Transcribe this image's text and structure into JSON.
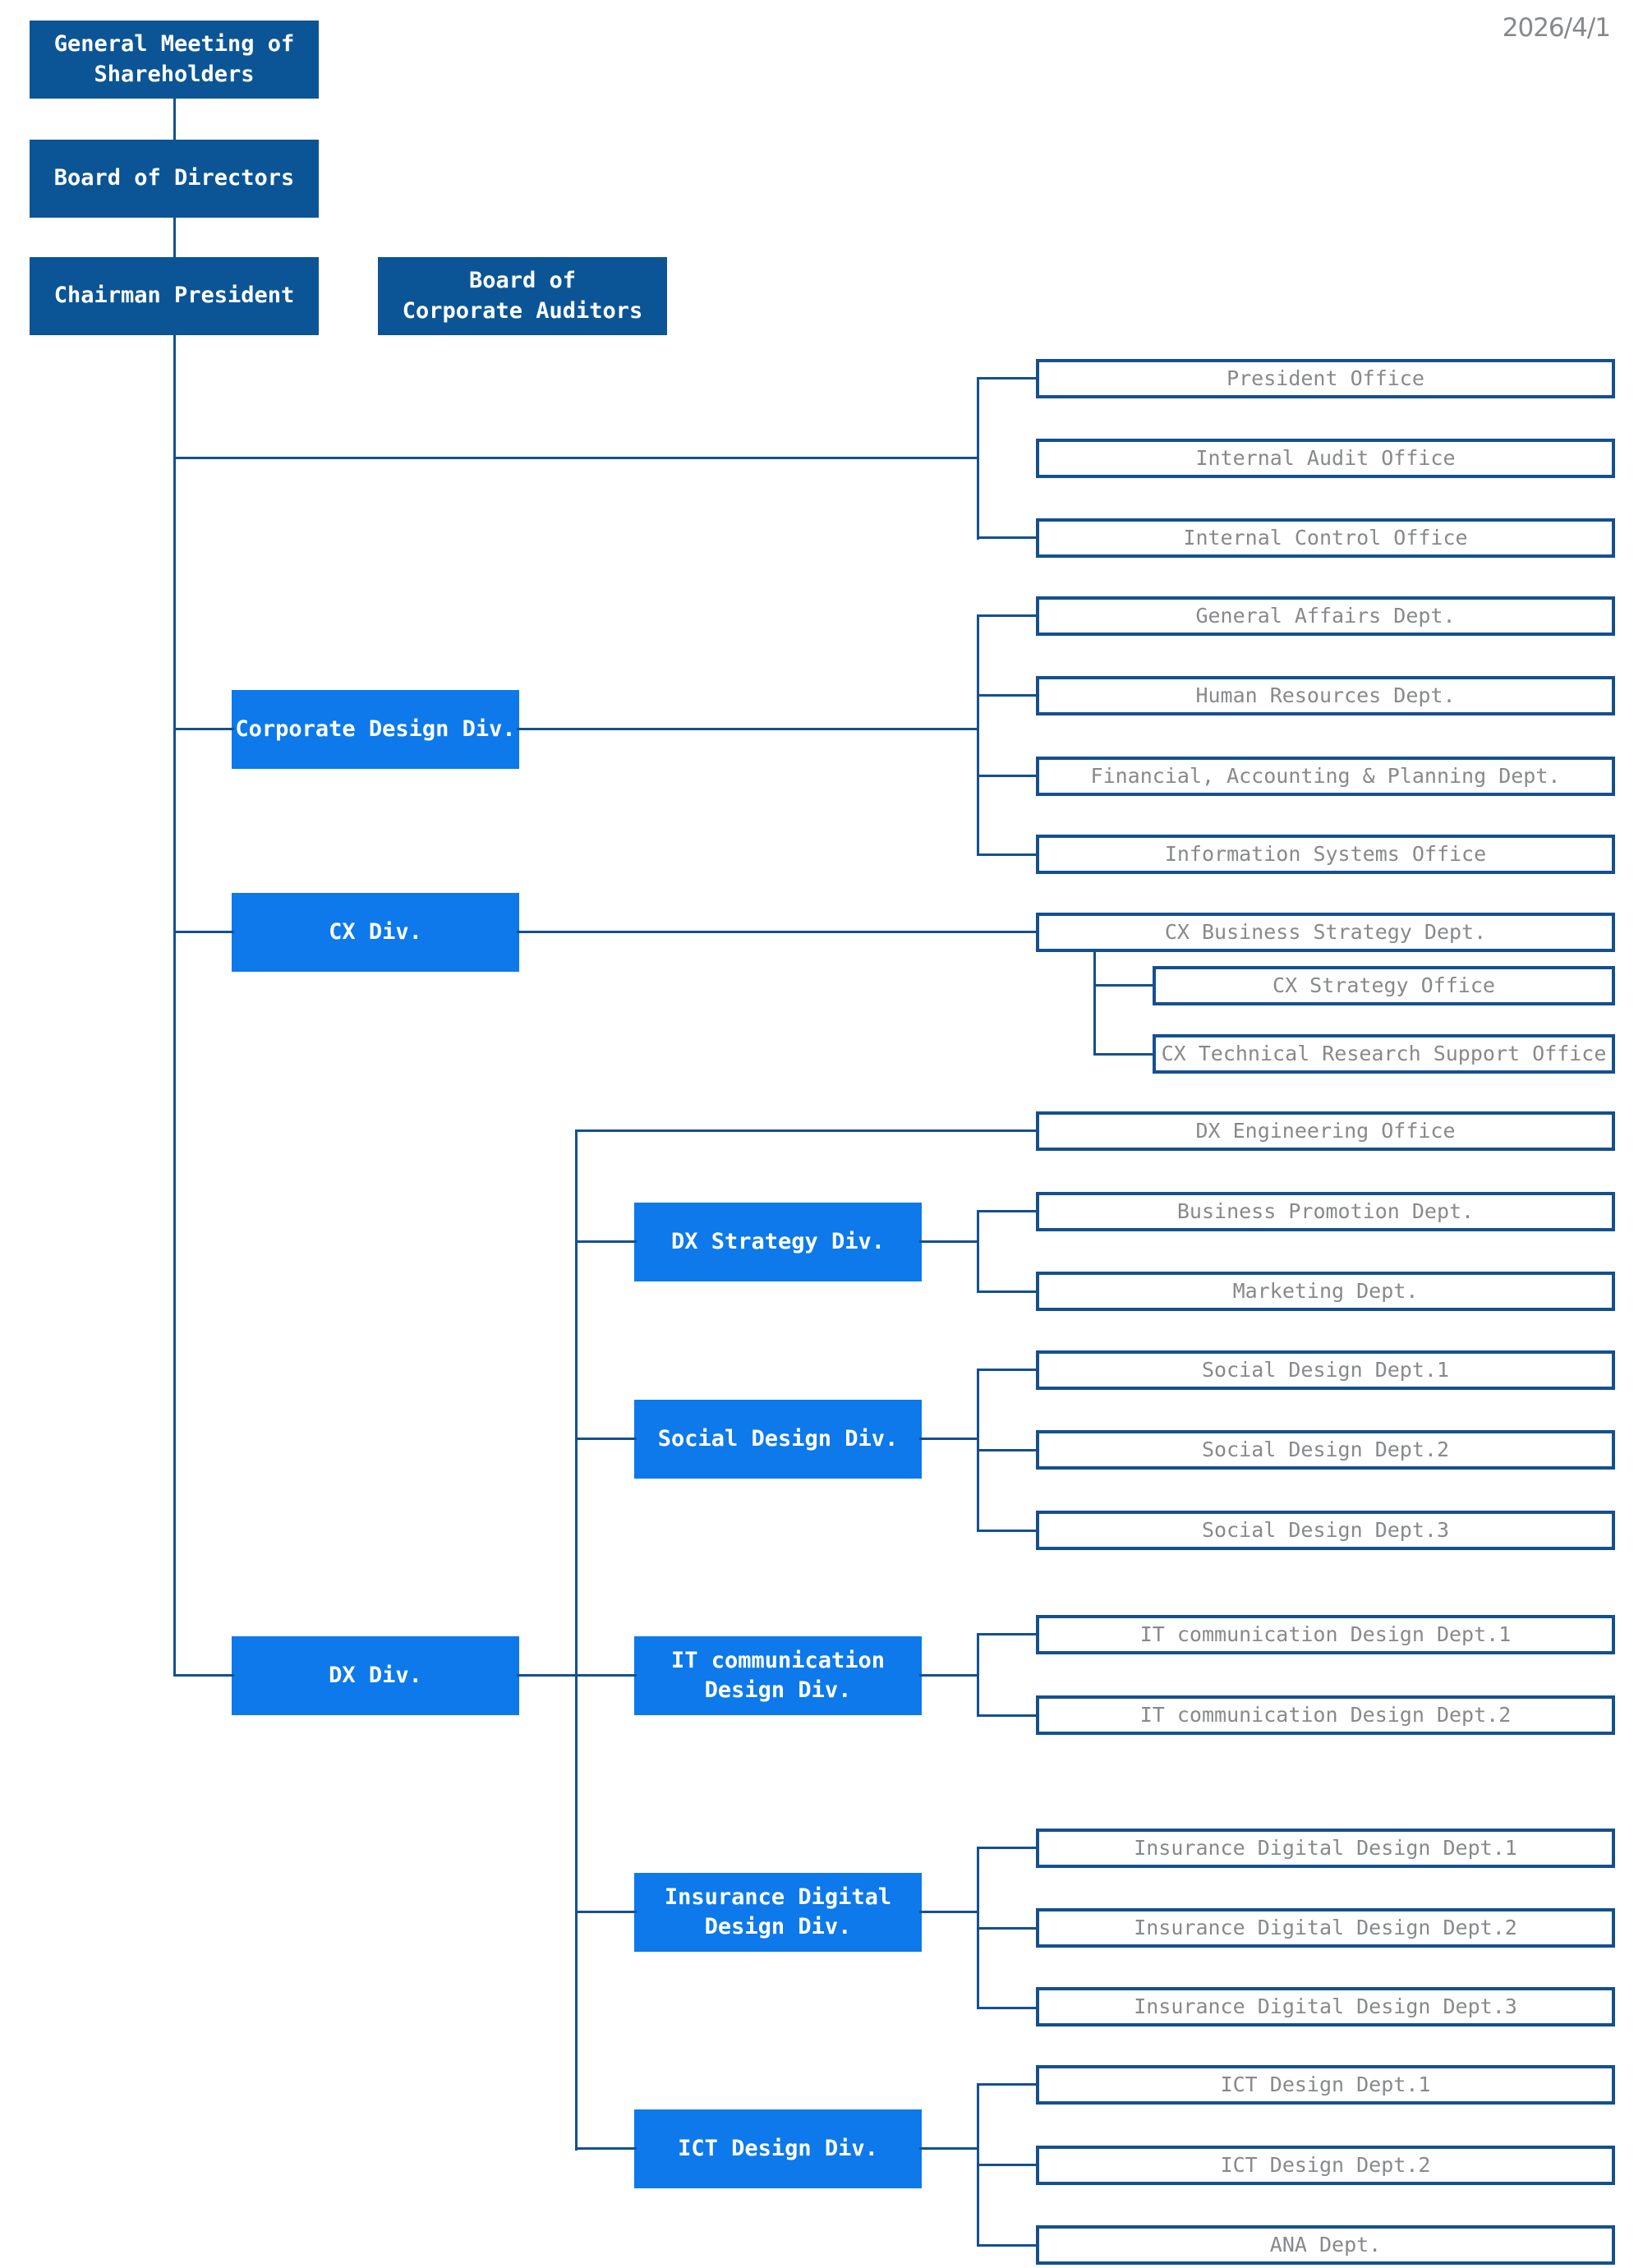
{
  "date_label": "2026/4/1",
  "palette": {
    "governance_box_fill": "#0b5596",
    "division_box_fill": "#0d79ea",
    "connector_and_border": "#14508f",
    "department_text": "#87898b",
    "box_text_on_blue": "#ffffff"
  },
  "nodes": {
    "general_meeting": "General Meeting of\nShareholders",
    "board_of_directors": "Board of Directors",
    "chairman_president": "Chairman President",
    "board_of_corporate_auditors": "Board of\nCorporate Auditors",
    "president_office": "President Office",
    "internal_audit_office": "Internal Audit Office",
    "internal_control_office": "Internal Control Office",
    "corporate_design_div": "Corporate Design Div.",
    "general_affairs_dept": "General Affairs Dept.",
    "human_resources_dept": "Human Resources Dept.",
    "financial_accounting_planning_dept": "Financial, Accounting & Planning Dept.",
    "information_systems_office": "Information Systems Office",
    "cx_div": "CX Div.",
    "cx_business_strategy_dept": "CX Business Strategy Dept.",
    "cx_strategy_office": "CX Strategy Office",
    "cx_technical_research_support_office": "CX Technical Research Support Office",
    "dx_div": "DX Div.",
    "dx_engineering_office": "DX Engineering Office",
    "dx_strategy_div": "DX Strategy Div.",
    "business_promotion_dept": "Business Promotion Dept.",
    "marketing_dept": "Marketing Dept.",
    "social_design_div": "Social Design Div.",
    "social_design_dept_1": "Social Design Dept.1",
    "social_design_dept_2": "Social Design Dept.2",
    "social_design_dept_3": "Social Design Dept.3",
    "it_communication_design_div": "IT communication\nDesign Div.",
    "it_communication_design_dept_1": "IT communication Design Dept.1",
    "it_communication_design_dept_2": "IT communication Design Dept.2",
    "insurance_digital_design_div": "Insurance Digital\nDesign Div.",
    "insurance_digital_design_dept_1": "Insurance Digital Design Dept.1",
    "insurance_digital_design_dept_2": "Insurance Digital Design Dept.2",
    "insurance_digital_design_dept_3": "Insurance Digital Design Dept.3",
    "ict_design_div": "ICT Design Div.",
    "ict_design_dept_1": "ICT Design Dept.1",
    "ict_design_dept_2": "ICT Design Dept.2",
    "ana_dept": "ANA Dept."
  }
}
